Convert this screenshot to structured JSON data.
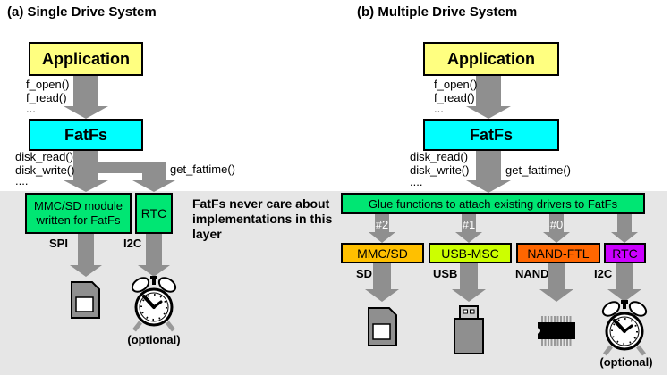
{
  "colors": {
    "panel_bg": "#E6E6E6",
    "arrow": "#8F8F8F",
    "arrow_label": "#FFFFFF",
    "app_box": "#FFFF80",
    "fatfs_box": "#00FFFF",
    "green_box": "#00E673"
  },
  "panel_a": {
    "title": "(a) Single Drive System",
    "application_label": "Application",
    "fatfs_label": "FatFs",
    "app_calls": [
      "f_open()",
      "f_read()",
      "..."
    ],
    "disk_calls": [
      "disk_read()",
      "disk_write()",
      "...."
    ],
    "get_fattime_label": "get_fattime()",
    "mmc_module_lines": [
      "MMC/SD module",
      "written for FatFs"
    ],
    "rtc_label": "RTC",
    "spi_label": "SPI",
    "i2c_label": "I2C",
    "note_lines": [
      "FatFs never care about",
      "implementations in this",
      "layer"
    ],
    "optional_label": "(optional)"
  },
  "panel_b": {
    "title": "(b) Multiple Drive System",
    "application_label": "Application",
    "fatfs_label": "FatFs",
    "app_calls": [
      "f_open()",
      "f_read()",
      "..."
    ],
    "disk_calls": [
      "disk_read()",
      "disk_write()",
      "...."
    ],
    "get_fattime_label": "get_fattime()",
    "glue_label": "Glue functions to attach existing drivers to FatFs",
    "drive_numbers": [
      "#2",
      "#1",
      "#0"
    ],
    "drivers": [
      {
        "label": "MMC/SD",
        "bus": "SD",
        "color": "#FFC000"
      },
      {
        "label": "USB-MSC",
        "bus": "USB",
        "color": "#CCFF00"
      },
      {
        "label": "NAND-FTL",
        "bus": "NAND",
        "color": "#FF6600"
      },
      {
        "label": "RTC",
        "bus": "I2C",
        "color": "#CC00FF"
      }
    ],
    "optional_label": "(optional)"
  }
}
